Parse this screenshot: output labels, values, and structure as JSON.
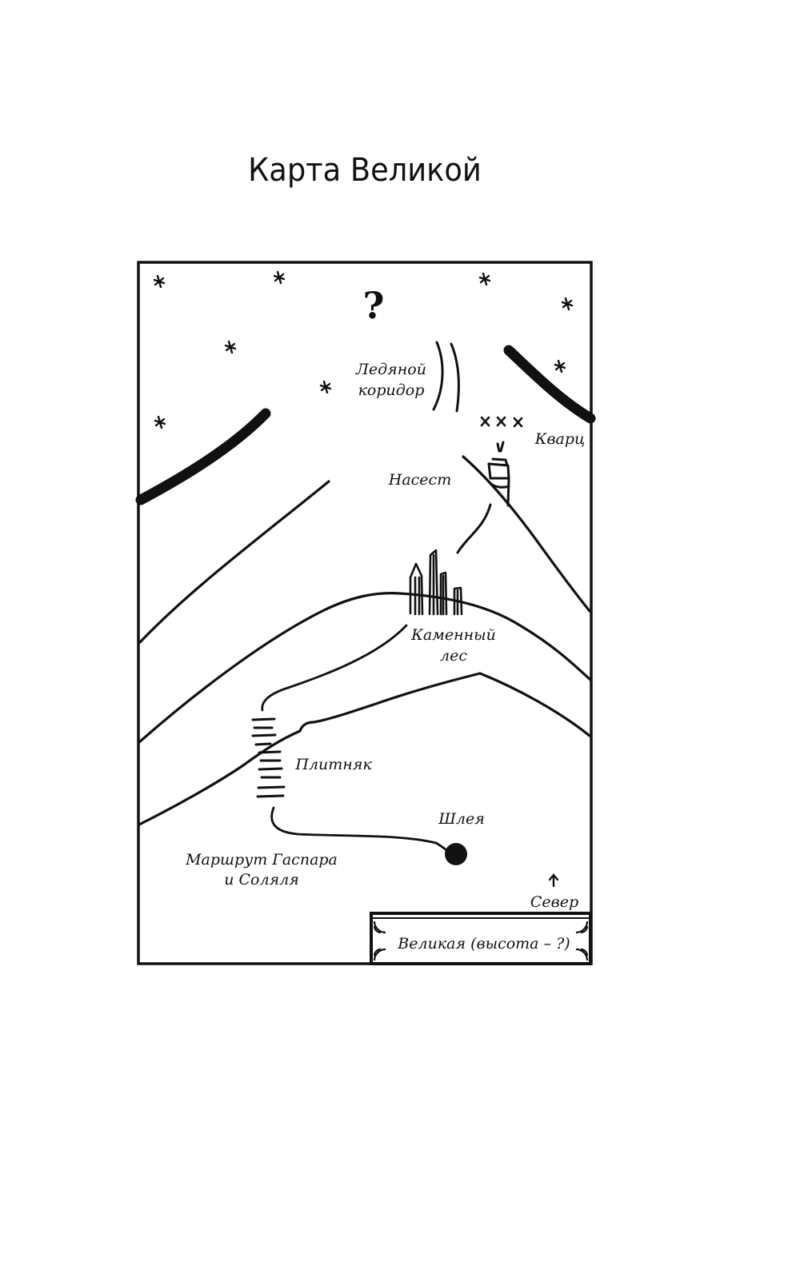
{
  "page": {
    "title": "Карта Великой"
  },
  "map": {
    "question_mark": "?",
    "labels": {
      "ice_corridor_line1": "Ледяной",
      "ice_corridor_line2": "коридор",
      "quartz": "Кварц",
      "perch": "Насест",
      "stone_forest_line1": "Каменный",
      "stone_forest_line2": "лес",
      "flagstone": "Плитняк",
      "shleya": "Шлея",
      "route_line1": "Маршрут Гаспара",
      "route_line2": "и Соляля",
      "north": "Север"
    },
    "cartouche": {
      "text": "Великая (высота – ?)"
    },
    "colors": {
      "ink": "#111111",
      "paper": "#ffffff"
    }
  }
}
